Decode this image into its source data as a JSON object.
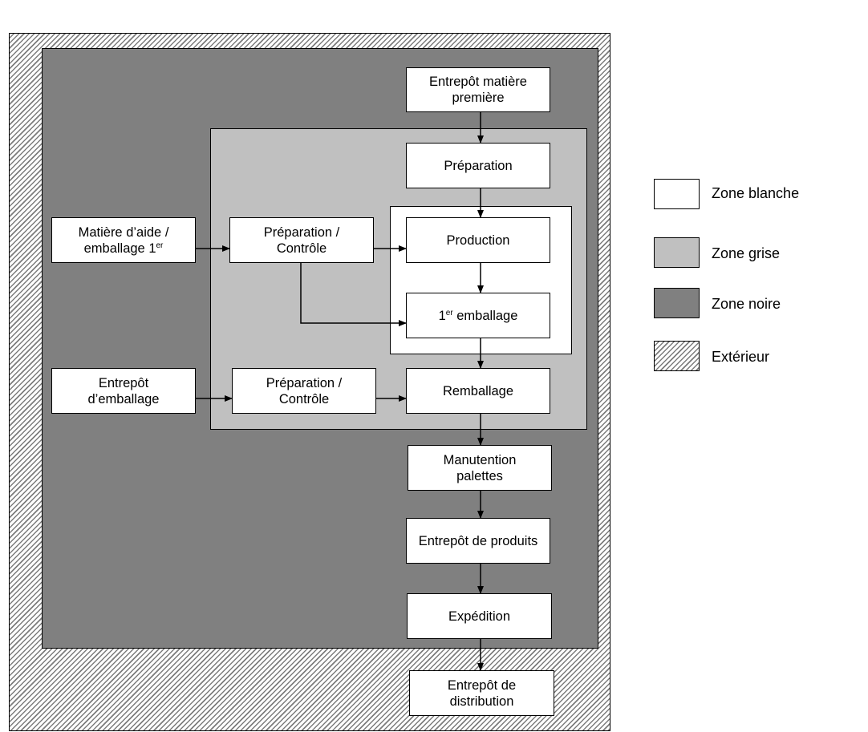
{
  "colors": {
    "zone_blanche": "#ffffff",
    "zone_grise": "#c0c0c0",
    "zone_noire": "#808080",
    "exterieur": "hatched"
  },
  "boxes": {
    "entrepot_matiere": {
      "line1": "Entrepôt matière",
      "line2": "première"
    },
    "preparation": {
      "line1": "Préparation"
    },
    "matiere_aide": {
      "line1": "Matière d’aide /",
      "line2": "emballage 1",
      "line2_sup": "er"
    },
    "prep_controle_1": {
      "line1": "Préparation /",
      "line2": "Contrôle"
    },
    "production": {
      "line1": "Production"
    },
    "premier_emballage": {
      "pre": "1",
      "sup": "er",
      "post": " emballage"
    },
    "entrepot_emballage": {
      "line1": "Entrepôt",
      "line2": "d’emballage"
    },
    "prep_controle_2": {
      "line1": "Préparation /",
      "line2": "Contrôle"
    },
    "remballage": {
      "line1": "Remballage"
    },
    "manutention": {
      "line1": "Manutention",
      "line2": "palettes"
    },
    "entrepot_produits": {
      "line1": "Entrepôt de produits"
    },
    "expedition": {
      "line1": "Expédition"
    },
    "entrepot_distribution": {
      "line1": "Entrepôt de",
      "line2": "distribution"
    }
  },
  "legend": {
    "blanche": "Zone blanche",
    "grise": "Zone grise",
    "noire": "Zone noire",
    "exterieur": "Extérieur"
  }
}
